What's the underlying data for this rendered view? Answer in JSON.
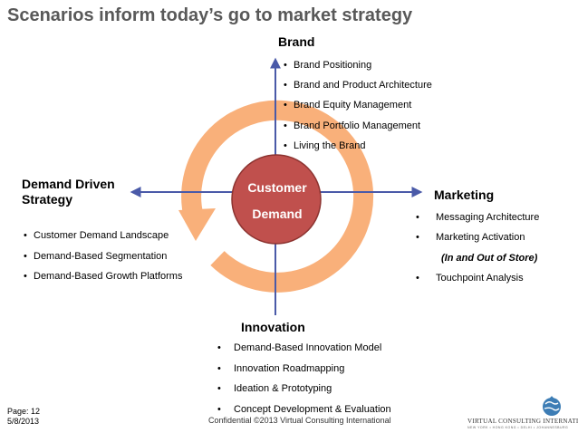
{
  "title": "Scenarios inform today’s go to market strategy",
  "brand": {
    "heading": "Brand",
    "items": [
      "Brand Positioning",
      "Brand and Product Architecture",
      "Brand Equity Management",
      "Brand Portfolio Management",
      "Living the Brand"
    ]
  },
  "demand_driven": {
    "heading_line1": "Demand Driven",
    "heading_line2": "Strategy",
    "items": [
      "Customer Demand Landscape",
      "Demand-Based Segmentation",
      "Demand-Based Growth Platforms"
    ]
  },
  "marketing": {
    "heading": "Marketing",
    "items": [
      "Messaging Architecture",
      "Marketing Activation",
      "(In and Out of Store)",
      "Touchpoint Analysis"
    ]
  },
  "innovation": {
    "heading": "Innovation",
    "items": [
      "Demand-Based Innovation Model",
      "Innovation Roadmapping",
      "Ideation & Prototyping",
      "Concept Development & Evaluation"
    ]
  },
  "center": {
    "line1": "Customer",
    "line2": "Demand"
  },
  "bullet": "•",
  "footer": {
    "page": "Page:  12",
    "date": "5/8/2013",
    "confidential": "Confidential ©2013 Virtual Consulting International",
    "logo_name": "VIRTUAL CONSULTING INTERNATIONAL",
    "logo_cities": "NEW YORK  •  HONG KONG  •  DELHI  •  JOHANNESBURG"
  },
  "colors": {
    "title": "#595959",
    "axis": "#4a5aa8",
    "arrow_ring": "#f9b07a",
    "circle_fill": "#c0504d",
    "circle_stroke": "#8c3330",
    "logo_globe": "#3d7db5"
  }
}
